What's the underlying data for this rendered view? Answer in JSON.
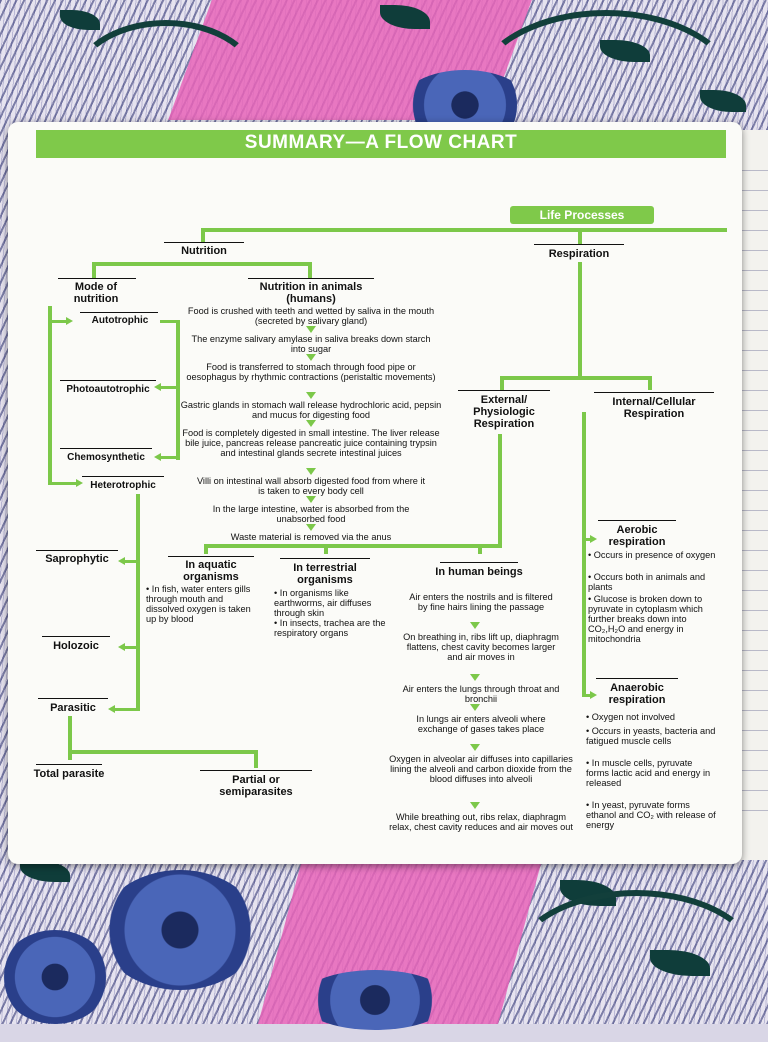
{
  "title": "SUMMARY—A FLOW CHART",
  "root": "Life Processes",
  "nutrition": {
    "label": "Nutrition",
    "mode": "Mode of nutrition",
    "autotrophic": "Autotrophic",
    "photoautotrophic": "Photoautotrophic",
    "chemosynthetic": "Chemosynthetic",
    "heterotrophic": "Heterotrophic",
    "saprophytic": "Saprophytic",
    "holozoic": "Holozoic",
    "parasitic": "Parasitic",
    "total_parasite": "Total parasite",
    "partial": "Partial or semiparasites",
    "animals_title": "Nutrition in animals (humans)",
    "steps": [
      "Food is crushed with teeth and wetted by saliva in the mouth (secreted by salivary gland)",
      "The enzyme salivary amylase in saliva breaks down starch into sugar",
      "Food is transferred to stomach through food pipe or oesophagus by rhythmic contractions (peristaltic movements)",
      "Gastric glands in stomach wall release hydrochloric acid, pepsin and mucus for digesting food",
      "Food is completely digested in small intestine. The liver release bile juice, pancreas release pancreatic juice containing trypsin and intestinal glands secrete intestinal juices",
      "Villi on intestinal wall absorb digested food from where it is taken to every body cell",
      "In the large intestine, water is absorbed from the unabsorbed food",
      "Waste material is removed via the anus"
    ]
  },
  "respiration": {
    "label": "Respiration",
    "external": "External/ Physiologic Respiration",
    "internal": "Internal/Cellular Respiration",
    "aquatic_title": "In aquatic organisms",
    "aquatic_text": "In fish, water enters gills through mouth and dissolved oxygen is taken up by blood",
    "terrestrial_title": "In terrestrial organisms",
    "terrestrial_points": [
      "In organisms like earthworms, air diffuses through skin",
      "In insects, trachea are the respiratory organs"
    ],
    "human_title": "In human beings",
    "human_steps": [
      "Air enters the nostrils and is filtered by fine hairs lining the passage",
      "On breathing in, ribs lift up, diaphragm flattens, chest cavity becomes larger and air moves in",
      "Air enters the lungs through throat and bronchii",
      "In lungs air enters alveoli where exchange of gases takes place",
      "Oxygen in alveolar air diffuses into capillaries lining the alveoli and carbon dioxide from the blood diffuses into alveoli",
      "While breathing out, ribs relax, diaphragm relax, chest cavity reduces and air moves out"
    ],
    "aerobic_title": "Aerobic respiration",
    "aerobic_points": [
      "Occurs in presence of oxygen",
      "Occurs both in animals and plants",
      "Glucose is broken down to pyruvate in cytoplasm which further breaks down into CO₂,H₂O and energy in mitochondria"
    ],
    "anaerobic_title": "Anaerobic respiration",
    "anaerobic_points": [
      "Oxygen not involved",
      "Occurs in yeasts, bacteria and fatigued muscle cells",
      "In muscle cells, pyruvate forms lactic acid and energy in released",
      "In yeast, pyruvate forms ethanol and CO₂ with release of energy"
    ]
  },
  "colors": {
    "accent": "#7cc84a",
    "title_bar": "#7fc94a"
  }
}
